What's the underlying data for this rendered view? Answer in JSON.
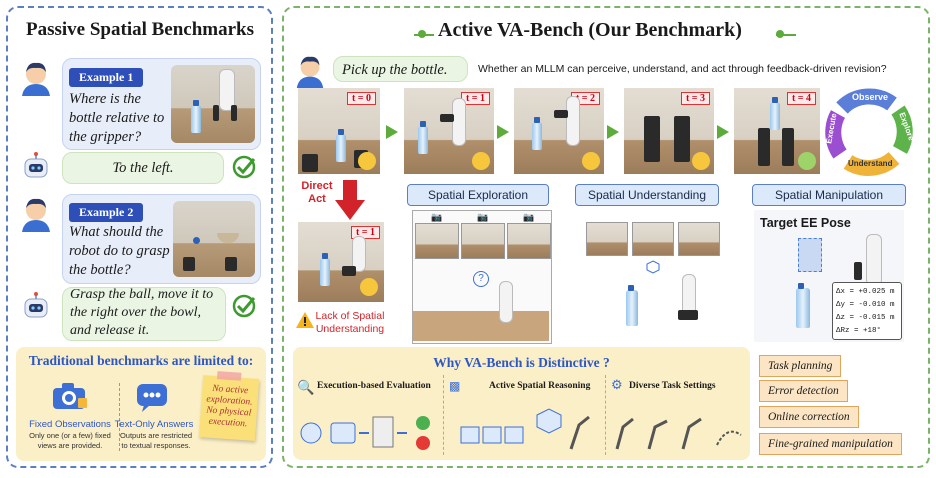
{
  "left": {
    "title": "Passive Spatial Benchmarks",
    "example1": {
      "badge": "Example  1",
      "question": "Where is the bottle relative to the gripper?",
      "answer": "To the left."
    },
    "example2": {
      "badge": "Example  2",
      "question": "What should the robot do to grasp the bottle?",
      "answer": "Grasp the ball, move it to the right over the bowl, and release it."
    },
    "limited": {
      "title": "Traditional benchmarks are limited to:",
      "fixed_title": "Fixed Observations",
      "fixed_desc": "Only one (or a few) fixed views are provided.",
      "text_title": "Text-Only Answers",
      "text_desc": "Outputs are restricted to textual responses.",
      "note": "No active exploration. No physical execution."
    }
  },
  "right": {
    "title": "Active VA-Bench (Our Benchmark)",
    "instruction": "Pick up the bottle.",
    "question": "Whether an MLLM can perceive, understand, and act through feedback-driven revision?",
    "frames": [
      "t = 0",
      "t = 1",
      "t = 2",
      "t = 3",
      "t = 4"
    ],
    "cycle": [
      "Observe",
      "Explore",
      "Understand",
      "Execute"
    ],
    "direct_act": "Direct\nAct",
    "direct_frame": "t = 1",
    "lack": "Lack of Spatial\nUnderstanding",
    "sections": [
      "Spatial Exploration",
      "Spatial Understanding",
      "Spatial Manipulation"
    ],
    "target": "Target EE Pose",
    "deltas": [
      "Δx = +0.025 m",
      "Δy = -0.010 m",
      "Δz = -0.015 m",
      "ΔRz = +18°"
    ],
    "why_title": "Why VA-Bench is Distinctive ?",
    "features": [
      "Execution-based Evaluation",
      "Active Spatial Reasoning",
      "Diverse Task Settings"
    ],
    "tags": [
      "Task planning",
      "Error detection",
      "Online correction",
      "Fine-grained manipulation"
    ]
  },
  "colors": {
    "left_border": "#5b7fbf",
    "right_border": "#7cb36a",
    "badge": "#2e4fb8",
    "arrow": "#5dab3b",
    "tag_bg": "#fbe5c4",
    "why_bg": "#fbefc8"
  }
}
